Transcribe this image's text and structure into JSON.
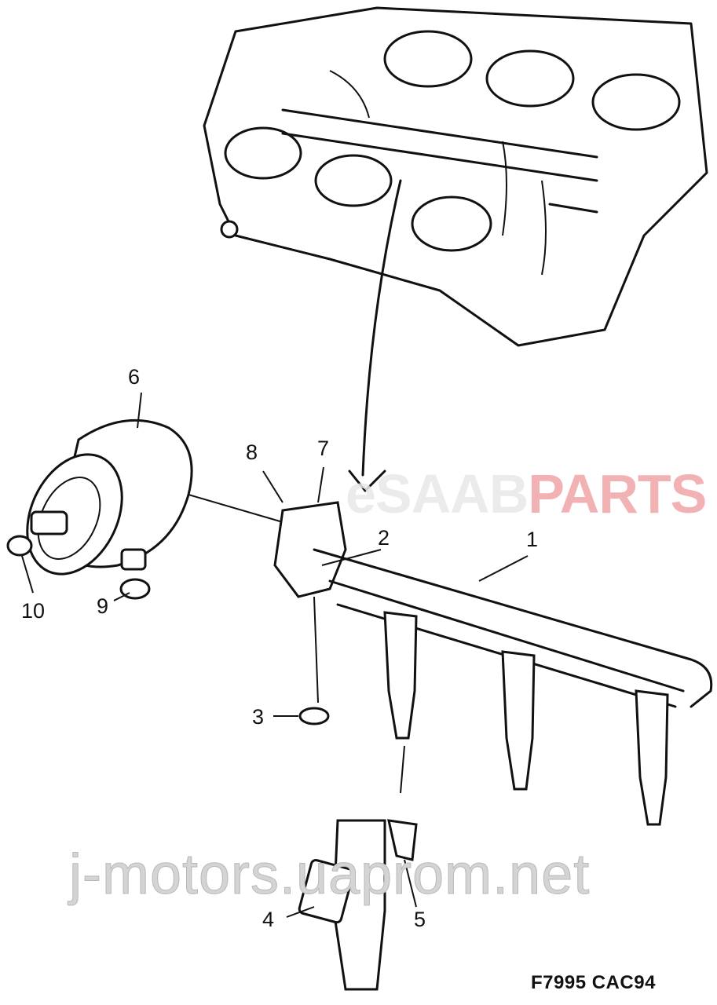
{
  "diagram": {
    "callouts": [
      {
        "id": "1",
        "label": "1"
      },
      {
        "id": "2",
        "label": "2"
      },
      {
        "id": "3",
        "label": "3"
      },
      {
        "id": "4",
        "label": "4"
      },
      {
        "id": "5",
        "label": "5"
      },
      {
        "id": "6",
        "label": "6"
      },
      {
        "id": "7",
        "label": "7"
      },
      {
        "id": "8",
        "label": "8"
      },
      {
        "id": "9",
        "label": "9"
      },
      {
        "id": "10",
        "label": "10"
      }
    ],
    "figure_code": "F7995  CAC94"
  },
  "watermarks": {
    "logo": "eSAABPARTS",
    "url": "j-motors.uaprom.net"
  }
}
